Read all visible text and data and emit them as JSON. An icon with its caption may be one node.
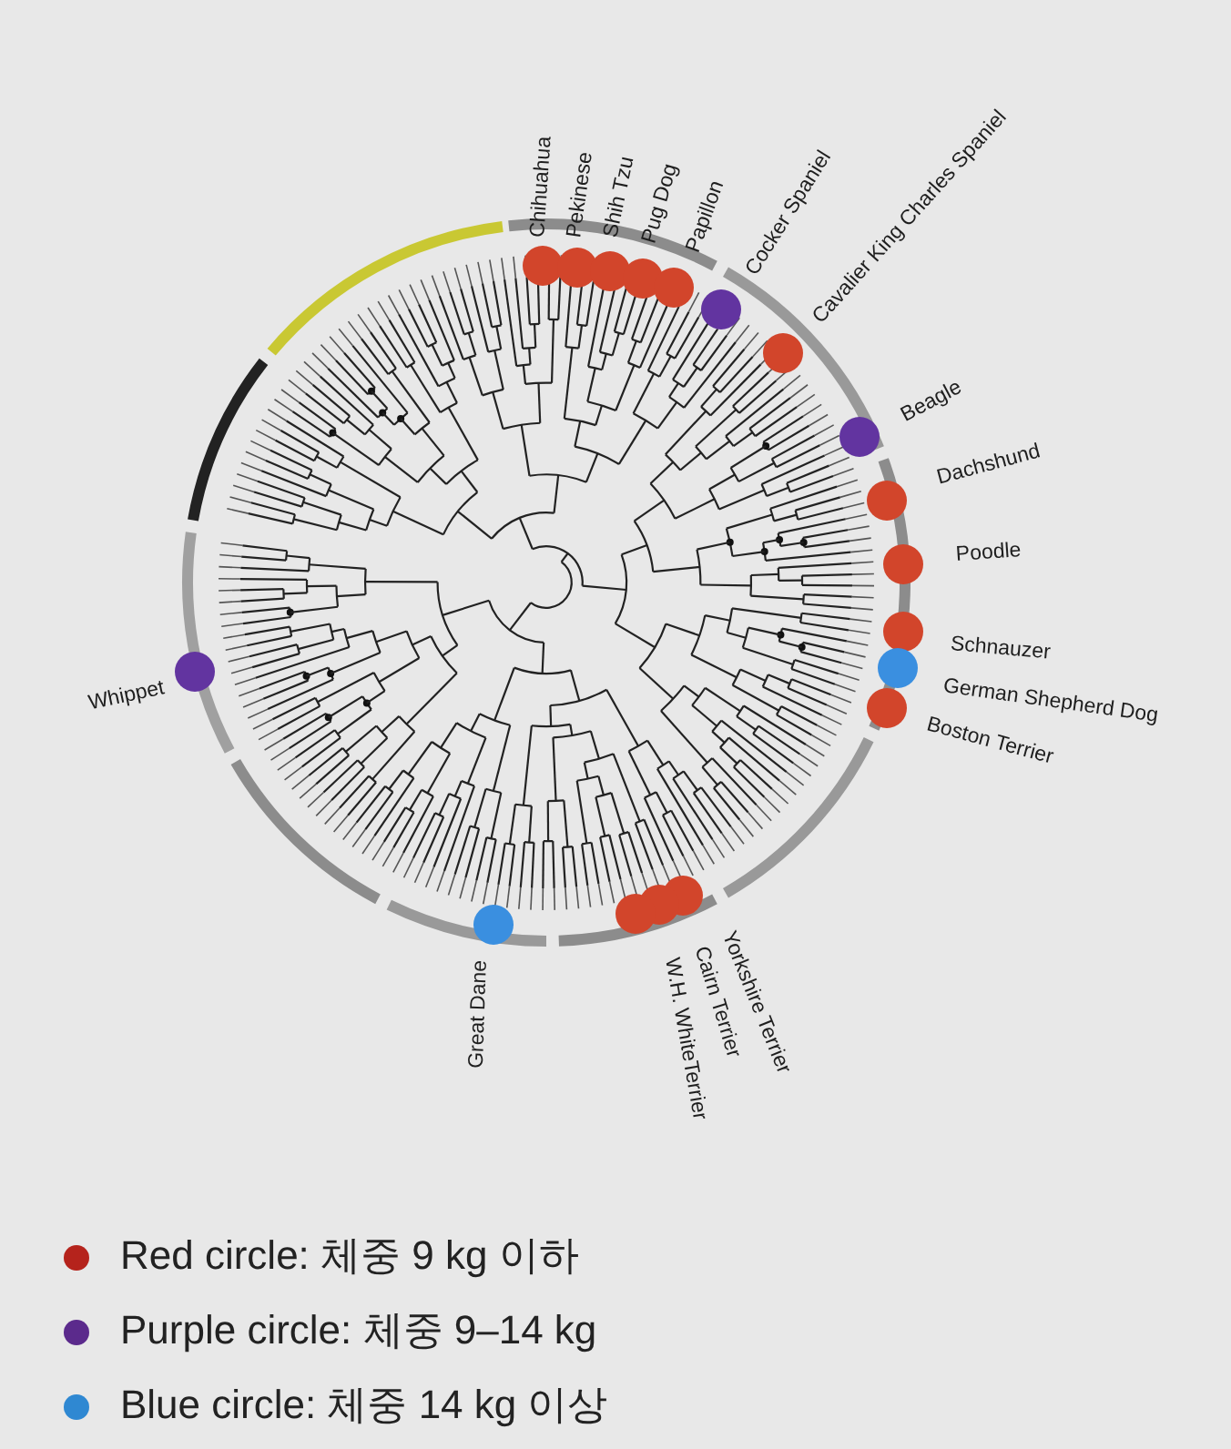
{
  "diagram": {
    "nodes": [
      {
        "text": [],
        "shape": "circle",
        "beside": [
          "Chihuahua"
        ]
      },
      {
        "text": [],
        "shape": "circle",
        "beside": [
          "Pekinese"
        ]
      },
      {
        "text": [],
        "shape": "circle",
        "beside": [
          "Shih Tzu"
        ]
      },
      {
        "text": [],
        "shape": "circle",
        "beside": [
          "Pug Dog"
        ]
      },
      {
        "text": [],
        "shape": "circle",
        "beside": [
          "Papillon"
        ]
      },
      {
        "text": [],
        "shape": "circle",
        "beside": [
          "Cocker Spaniel"
        ]
      },
      {
        "text": [],
        "shape": "circle",
        "beside": [
          "Cavalier King Charles Spaniel"
        ]
      },
      {
        "text": [],
        "shape": "circle",
        "beside": [
          "Beagle"
        ]
      },
      {
        "text": [],
        "shape": "circle",
        "beside": [
          "Dachshund"
        ]
      },
      {
        "text": [],
        "shape": "circle",
        "beside": [
          "Poodle"
        ]
      },
      {
        "text": [],
        "shape": "circle",
        "beside": [
          "Schnauzer"
        ]
      },
      {
        "text": [],
        "shape": "circle",
        "beside": [
          "German Shepherd Dog"
        ]
      },
      {
        "text": [],
        "shape": "circle",
        "beside": [
          "Boston Terrier"
        ]
      },
      {
        "text": [],
        "shape": "circle",
        "beside": [
          "Yorkshire Terrier"
        ]
      },
      {
        "text": [],
        "shape": "circle",
        "beside": [
          "Cairn Terrier"
        ]
      },
      {
        "text": [],
        "shape": "circle",
        "beside": [
          "W.H. WhiteTerrier"
        ]
      },
      {
        "text": [],
        "shape": "circle",
        "beside": [
          "Great Dane"
        ]
      },
      {
        "text": [],
        "shape": "circle",
        "beside": [
          "Whippet"
        ]
      }
    ],
    "legend": [
      {
        "text": "Red circle: 체중 9 kg 이하",
        "color": "#b5231c"
      },
      {
        "text": "Purple circle: 체중 9–14 kg",
        "color": "#5b2a8c"
      },
      {
        "text": "Blue circle: 체중 14 kg 이상",
        "color": "#2f88d2"
      }
    ]
  }
}
